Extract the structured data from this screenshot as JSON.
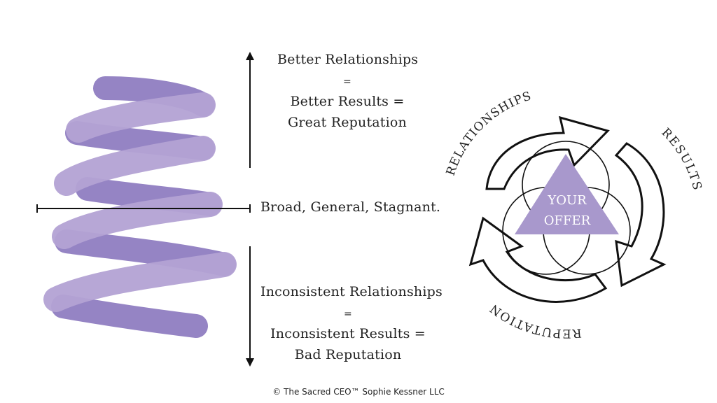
{
  "spiral": {
    "top_label": [
      "Better Relationships",
      "=",
      "Better Results =",
      "Great Reputation"
    ],
    "middle_label": "Broad, General, Stagnant.",
    "bottom_label": [
      "Inconsistent Relationships",
      "=",
      "Inconsistent Results =",
      "Bad Reputation"
    ]
  },
  "cycle": {
    "center_line1": "YOUR",
    "center_line2": "OFFER",
    "label_relationships": "RELATIONSHIPS",
    "label_results": "RESULTS",
    "label_reputation": "REPUTATION"
  },
  "footer": "© The Sacred CEO™ Sophie Kessner LLC",
  "colors": {
    "spiral_light": "#b3a2d4",
    "spiral_dark": "#9584c4",
    "triangle": "#a898cc",
    "ink": "#111111"
  }
}
